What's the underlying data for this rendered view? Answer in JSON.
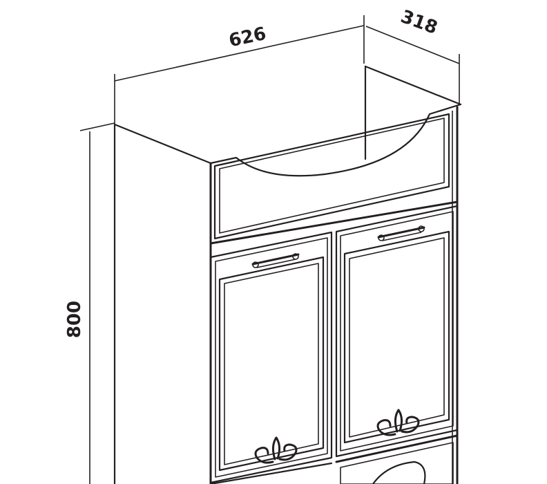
{
  "dimensions": {
    "width": "626",
    "depth": "318",
    "height": "800"
  },
  "colors": {
    "line": "#231f20",
    "background": "#ffffff"
  }
}
